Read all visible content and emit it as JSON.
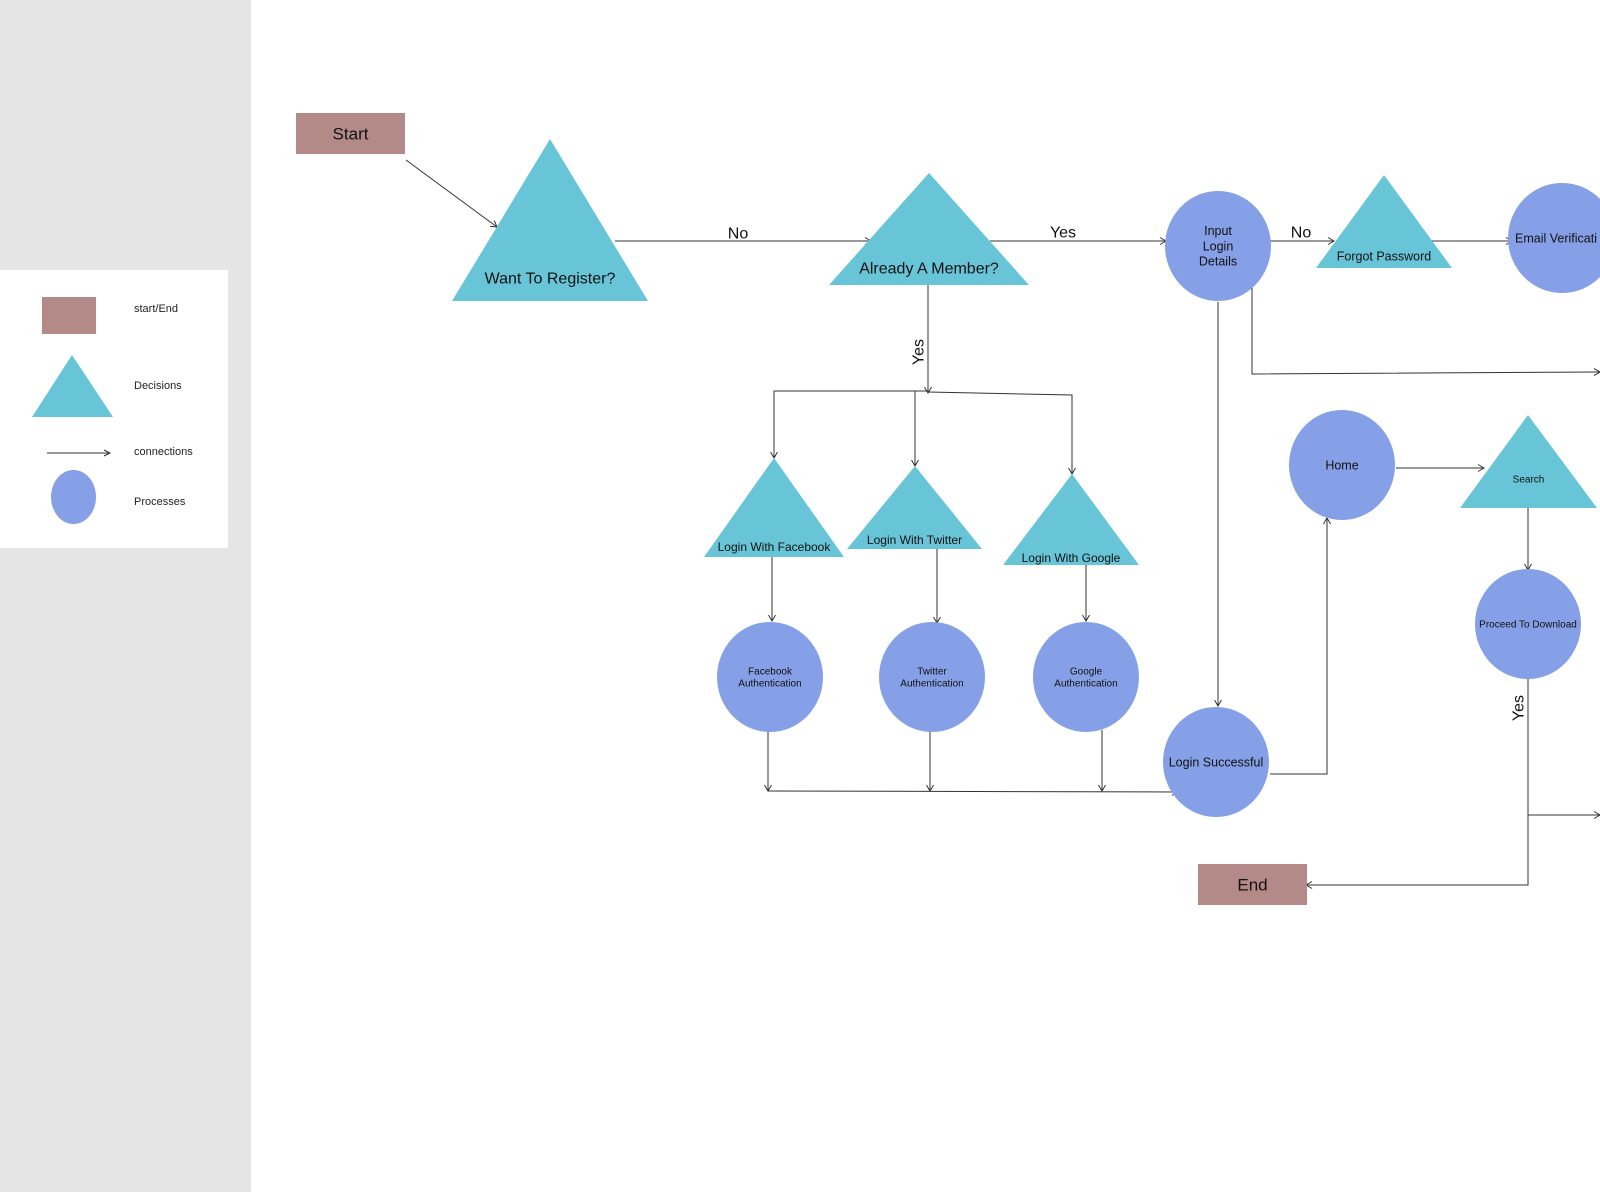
{
  "colors": {
    "start_end": "#b48a88",
    "decision": "#68c5d8",
    "process": "#86a0e8",
    "panel": "#e5e5e5",
    "line": "#333333"
  },
  "legend": {
    "start_end_label": "start/End",
    "decisions_label": "Decisions",
    "connections_label": "connections",
    "processes_label": "Processes"
  },
  "nodes": {
    "start": "Start",
    "want_to_register": "Want To Register?",
    "already_member": "Already A Member?",
    "input_login_details": "Input\nLogin\nDetails",
    "forgot_password": "Forgot Password",
    "email_verification": "Email Verificati",
    "login_facebook": "Login With Facebook",
    "login_twitter": "Login With Twitter",
    "login_google": "Login With Google",
    "facebook_auth": "Facebook\nAuthentication",
    "twitter_auth": "Twitter\nAuthentication",
    "google_auth": "Google\nAuthentication",
    "login_successful": "Login Successful",
    "home": "Home",
    "search": "Search",
    "proceed_download": "Proceed To Download",
    "end": "End"
  },
  "edge_labels": {
    "register_no": "No",
    "member_yes": "Yes",
    "member_yes_down": "Yes",
    "login_no": "No",
    "download_yes": "Yes"
  }
}
